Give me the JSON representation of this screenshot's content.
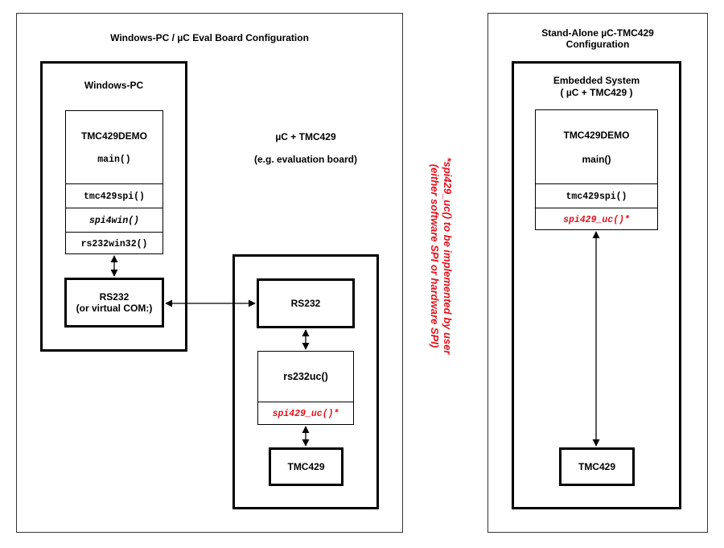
{
  "left_panel": {
    "title": "Windows-PC / µC Eval Board Configuration",
    "windows_pc": {
      "title": "Windows-PC",
      "app_title": "TMC429DEMO",
      "app_main": "main()",
      "layers": [
        "tmc429spi()",
        "spi4win()",
        "rs232win32()"
      ],
      "rs232_line1": "RS232",
      "rs232_line2": "(or virtual COM:)"
    },
    "uc_label_line1": "µC + TMC429",
    "uc_label_line2": "(e.g.  evaluation board)",
    "eval_board": {
      "rs232": "RS232",
      "rs232uc": "rs232uc()",
      "spi_uc": "spi429_uc()*",
      "tmc429": "TMC429"
    }
  },
  "side_note": {
    "line1": "*spi429_uc() to be implemented by user",
    "line2": "(either software SPI or hardware SPI)"
  },
  "right_panel": {
    "title_line1": "Stand-Alone µC-TMC429",
    "title_line2": "Configuration",
    "embedded_title_line1": "Embedded System",
    "embedded_title_line2": "( µC + TMC429 )",
    "app_title": "TMC429DEMO",
    "app_main": "main()",
    "layer_spi": "tmc429spi()",
    "layer_uc": "spi429_uc()*",
    "tmc429": "TMC429"
  },
  "colors": {
    "accent_red": "#e4101b",
    "line": "#000000"
  }
}
